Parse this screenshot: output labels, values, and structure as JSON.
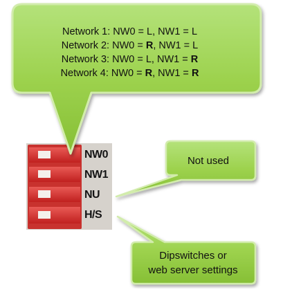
{
  "top_callout": {
    "lines": [
      {
        "network": "Network 1: NW0 =",
        "nw0": "L",
        "mid": ", NW1 =",
        "nw1": "L"
      },
      {
        "network": "Network 2: NW0 =",
        "nw0": "R",
        "mid": ", NW1 =",
        "nw1": "L"
      },
      {
        "network": "Network 3: NW0 =",
        "nw0": "L",
        "mid": ", NW1 =",
        "nw1": "R"
      },
      {
        "network": "Network 4: NW0 =",
        "nw0": "R",
        "mid": ", NW1 =",
        "nw1": "R"
      }
    ]
  },
  "nu_callout": {
    "text": "Not used"
  },
  "hs_callout": {
    "line1": "Dipswitches or",
    "line2": "web server settings"
  },
  "switch_labels": {
    "nw0": "NW0",
    "nw1": "NW1",
    "nu": "NU",
    "hs": "H/S"
  },
  "colors": {
    "callout_fill": "#9ad24a",
    "callout_stroke": "#c8e8a0",
    "switch_red": "#d8322e",
    "switch_body": "#c7c2bb"
  }
}
